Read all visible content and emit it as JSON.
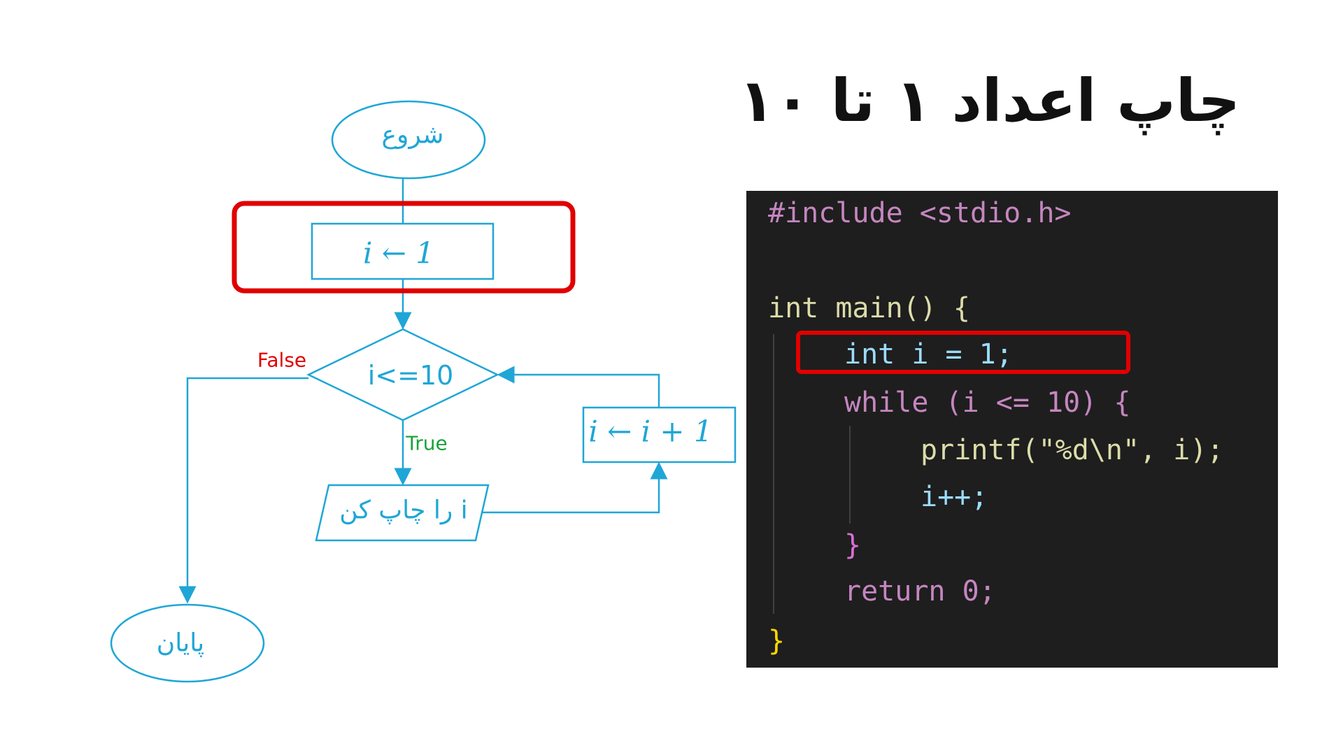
{
  "title": "چاپ اعداد ۱ تا ۱۰",
  "flowchart": {
    "start": "شروع",
    "init": "i ← 1",
    "condition": "i<=10",
    "false_label": "False",
    "true_label": "True",
    "print": "i را چاپ کن",
    "increment": "i ← i + 1",
    "end": "پایان"
  },
  "code": {
    "lines": [
      "#include <stdio.h>",
      "int main() {",
      "int i = 1;",
      "while (i <= 10) {",
      "printf(\"%d\\n\", i);",
      "i++;",
      "}",
      "return 0;",
      "}"
    ]
  },
  "colors": {
    "flow": "#1fa6d6",
    "highlight": "#e00000",
    "false": "#e00000",
    "true": "#1aa33a",
    "code_bg": "#1e1e1e"
  }
}
